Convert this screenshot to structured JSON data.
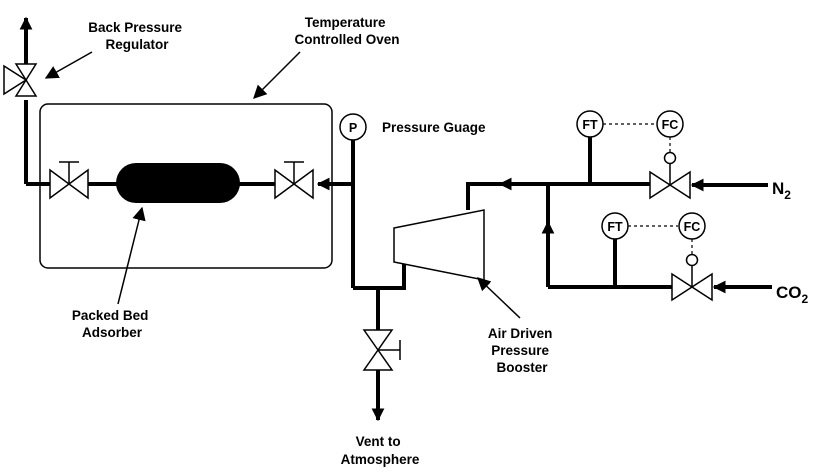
{
  "labels": {
    "back_pressure_regulator": [
      "Back Pressure",
      "Regulator"
    ],
    "temperature_controlled_oven": [
      "Temperature",
      "Controlled Oven"
    ],
    "pressure_gauge": "Pressure Guage",
    "packed_bed_adsorber": [
      "Packed Bed",
      "Adsorber"
    ],
    "air_driven_pressure_booster": [
      "Air Driven",
      "Pressure",
      "Booster"
    ],
    "vent_to_atmosphere": [
      "Vent to",
      "Atmosphere"
    ]
  },
  "instruments": {
    "pressure_gauge_symbol": "P",
    "n2_flow_transmitter": "FT",
    "n2_flow_controller": "FC",
    "co2_flow_transmitter": "FT",
    "co2_flow_controller": "FC"
  },
  "gases": {
    "n2": {
      "base": "N",
      "sub": "2"
    },
    "co2": {
      "base": "CO",
      "sub": "2"
    }
  }
}
